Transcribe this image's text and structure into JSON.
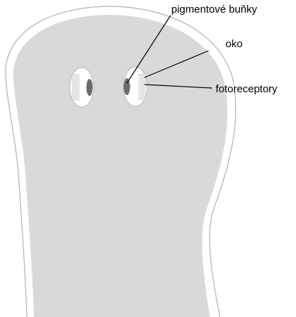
{
  "labels": {
    "pigment": "pigmentové buňky",
    "eye": "oko",
    "photoreceptors": "fotoreceptory"
  },
  "colors": {
    "body_fill": "#d9d9d9",
    "body_outline": "#b0b0b0",
    "eye_fill": "#ffffff",
    "eye_outline": "#b5b5b5",
    "pigment_fill": "#6b6b6b",
    "photoreceptor_dots": "#bfbfbf",
    "leader_lines": "#000000"
  }
}
